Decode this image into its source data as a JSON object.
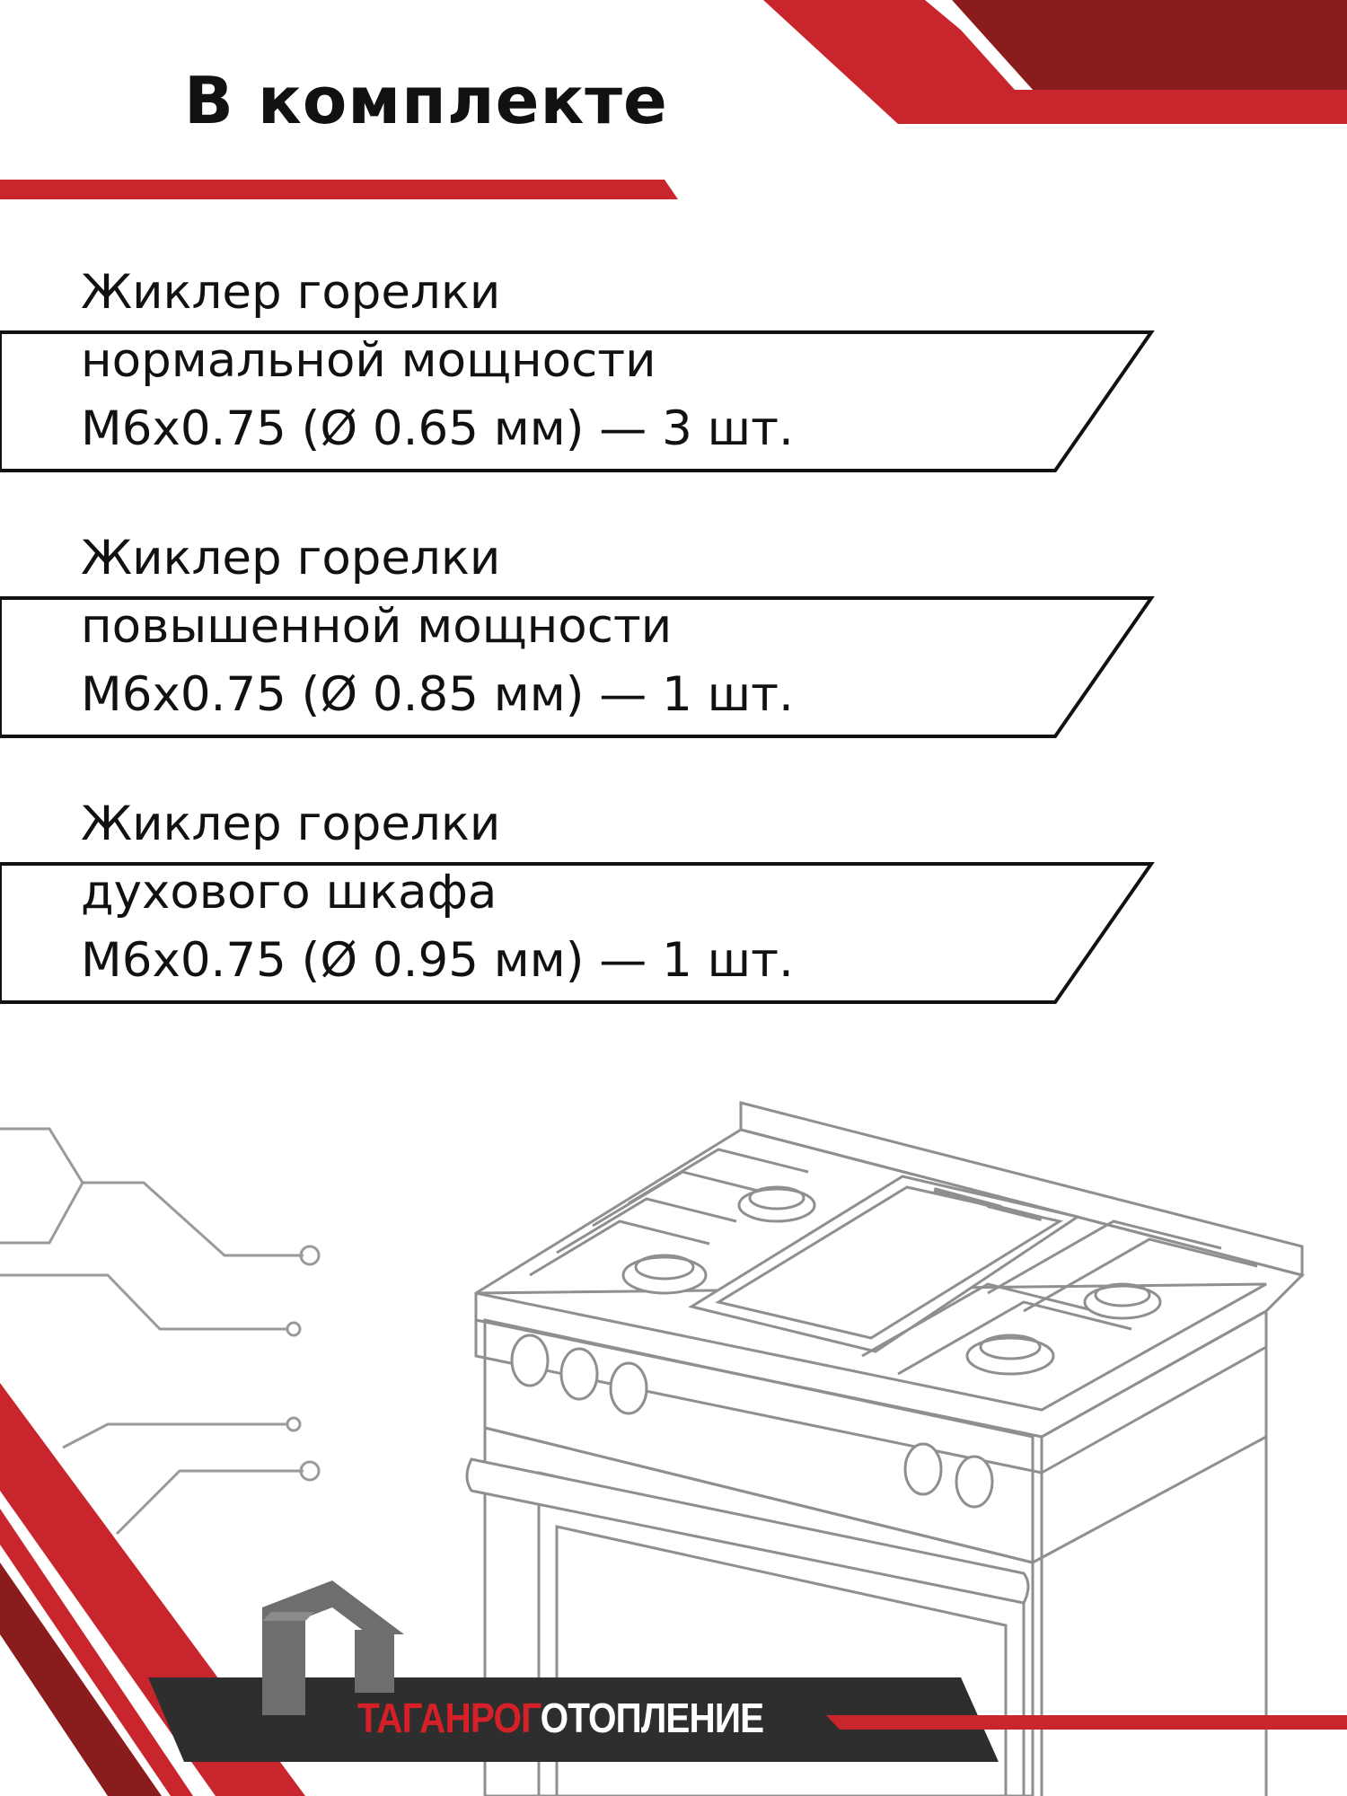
{
  "title": "В комплекте",
  "items": [
    {
      "lines": [
        "Жиклер горелки",
        "нормальной мощности",
        "M6x0.75 (Ø 0.65 мм) — 3 шт."
      ]
    },
    {
      "lines": [
        "Жиклер горелки",
        "повышенной мощности",
        "M6x0.75 (Ø 0.85 мм) — 1 шт."
      ]
    },
    {
      "lines": [
        "Жиклер горелки",
        "духового шкафа",
        "M6x0.75 (Ø 0.95 мм) — 1 шт."
      ]
    }
  ],
  "brand": {
    "part1": "ТАГАНРОГ",
    "part2": "ОТОПЛЕНИЕ"
  },
  "colors": {
    "accent": "#c8262c",
    "dark_red": "#8a1c1e",
    "text": "#111111",
    "sketch": "#9a9a9a"
  },
  "icons": [
    "house-logo-icon",
    "gas-stove-illustration",
    "circuit-lines-decoration"
  ]
}
